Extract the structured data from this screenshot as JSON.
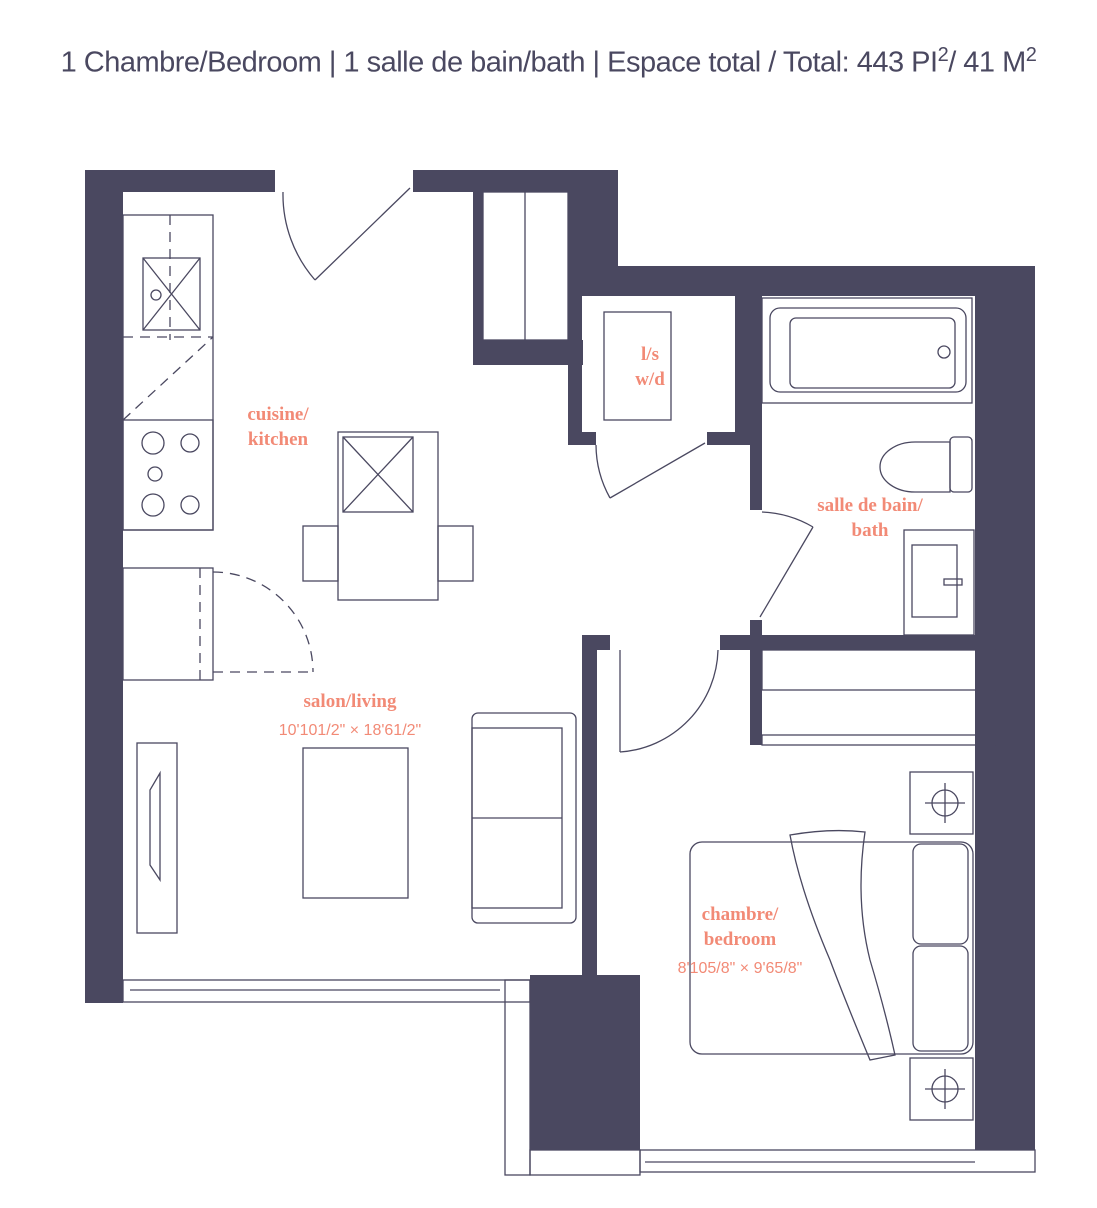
{
  "title": {
    "text": "1 Chambre/Bedroom | 1 salle de bain/bath | Espace total / Total: 443 PI",
    "sup1": "2",
    "mid": "/ 41 M",
    "sup2": "2"
  },
  "rooms": {
    "kitchen": {
      "line1": "cuisine/",
      "line2": "kitchen"
    },
    "laundry": {
      "line1": "l/s",
      "line2": "w/d"
    },
    "bath": {
      "line1": "salle de bain/",
      "line2": "bath"
    },
    "living": {
      "line1": "salon/living",
      "dims": "10'101/2\" × 18'61/2\""
    },
    "bedroom": {
      "line1": "chambre/",
      "line2": "bedroom",
      "dims": "8'105/8\" × 9'65/8\""
    }
  },
  "colors": {
    "wall": "#4a4860",
    "label": "#f28a76"
  }
}
